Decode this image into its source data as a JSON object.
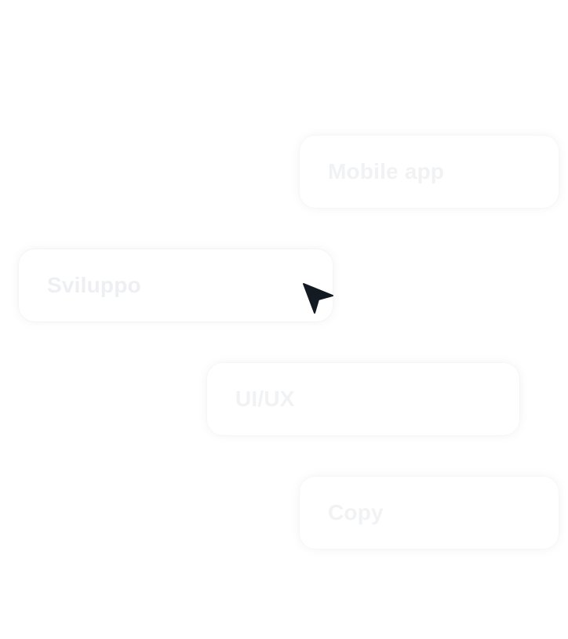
{
  "chips": [
    {
      "id": "mobile",
      "label": "Mobile app"
    },
    {
      "id": "sviluppo",
      "label": "Sviluppo"
    },
    {
      "id": "uiux",
      "label": "UI/UX"
    },
    {
      "id": "copy",
      "label": "Copy"
    }
  ],
  "colors": {
    "background": "#ffffff",
    "chip_text": "#f1f2f4",
    "cursor": "#131a22"
  },
  "icons": {
    "cursor": "cursor-arrow-icon"
  }
}
